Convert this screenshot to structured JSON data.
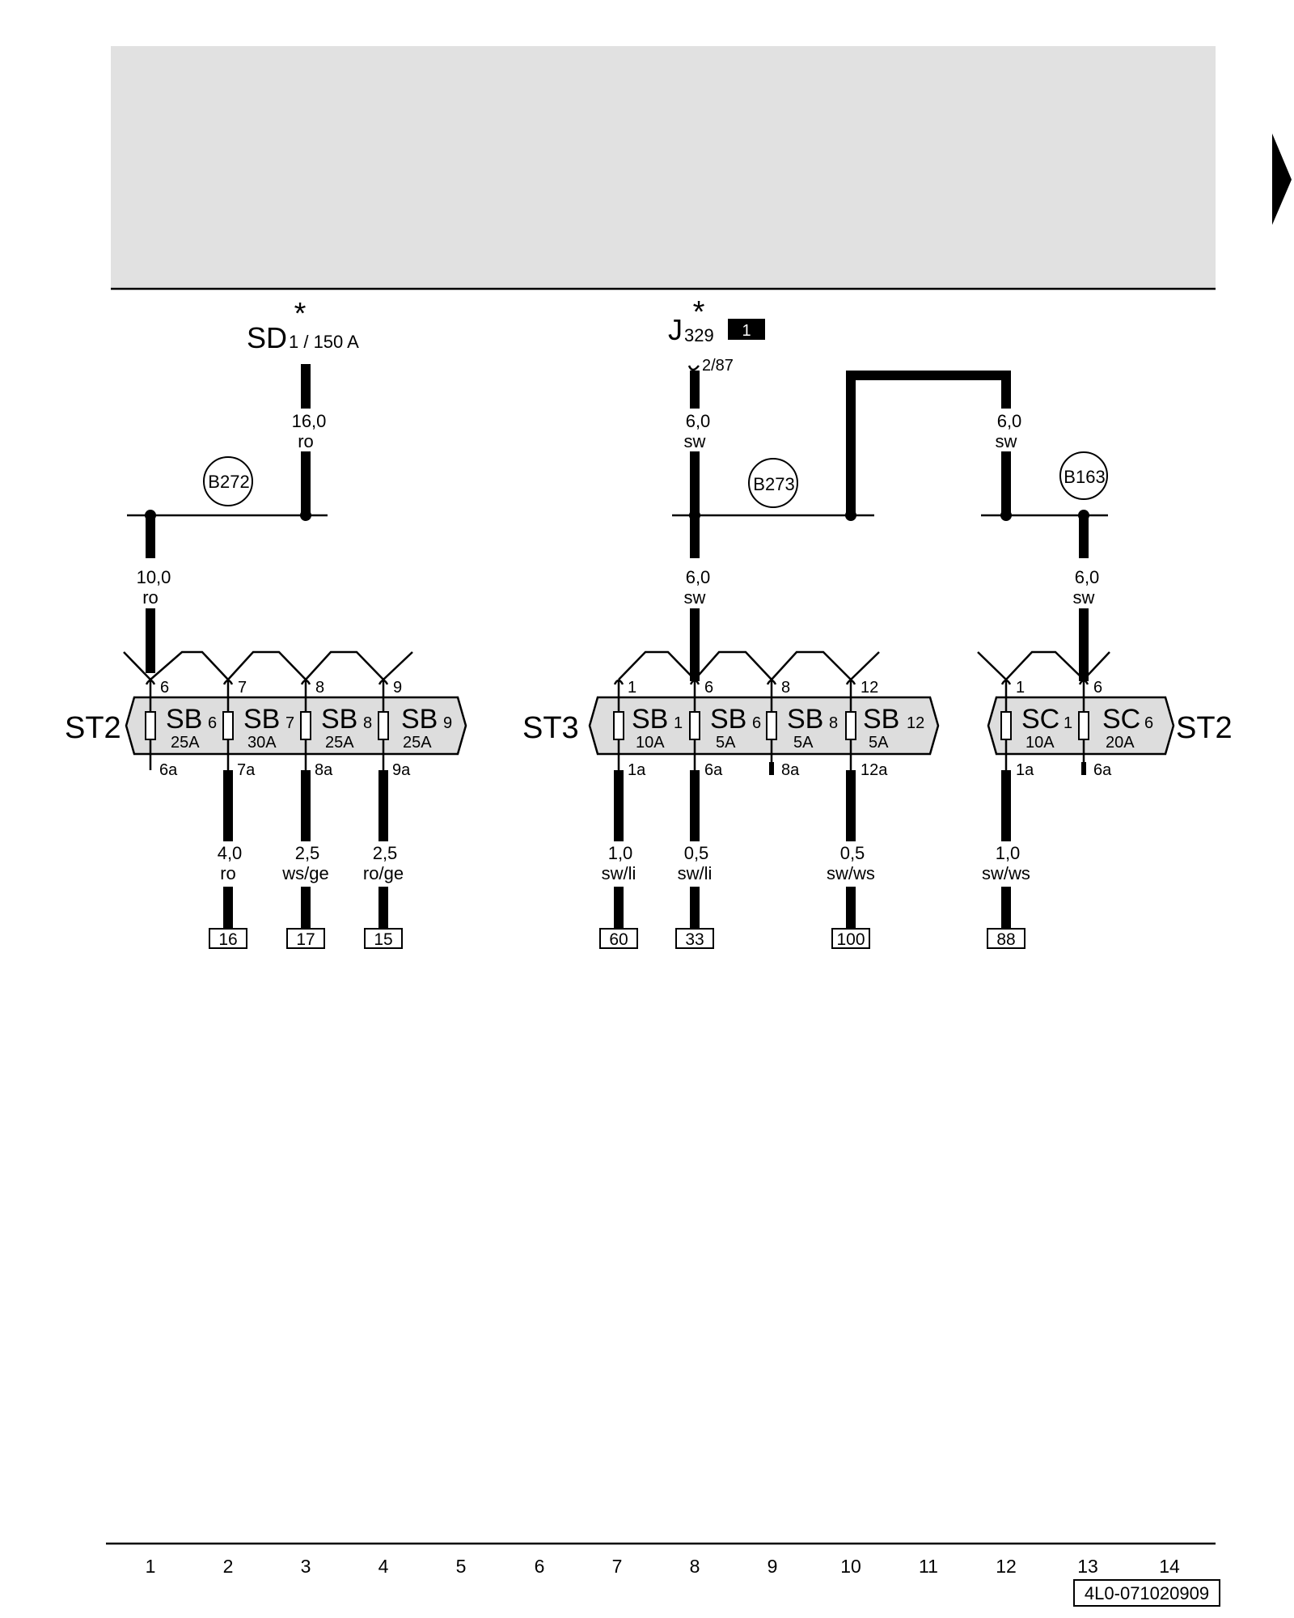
{
  "colors": {
    "header_fill": "#e1e1e1",
    "wire": "#000000",
    "fuse_strip": "#dcdcdc"
  },
  "components": {
    "sd": {
      "name": "SD",
      "sub": "1 / 150 A",
      "star": "*"
    },
    "j329": {
      "name": "J",
      "sub": "329",
      "star": "*",
      "badge": "1",
      "pin": "2/87"
    }
  },
  "wires": {
    "w_sd": {
      "size": "16,0",
      "color": "ro"
    },
    "w_left": {
      "size": "10,0",
      "color": "ro"
    },
    "w_j_top": {
      "size": "6,0",
      "color": "sw"
    },
    "w_j_mid": {
      "size": "6,0",
      "color": "sw"
    },
    "w_r_top": {
      "size": "6,0",
      "color": "sw"
    },
    "w_r_mid": {
      "size": "6,0",
      "color": "sw"
    }
  },
  "connectors": {
    "b272": "B272",
    "b273": "B273",
    "b163": "B163"
  },
  "strips": {
    "left": {
      "label": "ST2",
      "fuses": [
        {
          "name": "SB",
          "idx": "6",
          "amp": "25A",
          "pin_top": "6",
          "pin_bot": "6a"
        },
        {
          "name": "SB",
          "idx": "7",
          "amp": "30A",
          "pin_top": "7",
          "pin_bot": "7a"
        },
        {
          "name": "SB",
          "idx": "8",
          "amp": "25A",
          "pin_top": "8",
          "pin_bot": "8a"
        },
        {
          "name": "SB",
          "idx": "9",
          "amp": "25A",
          "pin_top": "9",
          "pin_bot": "9a"
        }
      ]
    },
    "mid": {
      "label": "ST3",
      "fuses": [
        {
          "name": "SB",
          "idx": "1",
          "amp": "10A",
          "pin_top": "1",
          "pin_bot": "1a"
        },
        {
          "name": "SB",
          "idx": "6",
          "amp": "5A",
          "pin_top": "6",
          "pin_bot": "6a"
        },
        {
          "name": "SB",
          "idx": "8",
          "amp": "5A",
          "pin_top": "8",
          "pin_bot": "8a"
        },
        {
          "name": "SB",
          "idx": "12",
          "amp": "5A",
          "pin_top": "12",
          "pin_bot": "12a"
        }
      ]
    },
    "right": {
      "label": "ST2",
      "fuses": [
        {
          "name": "SC",
          "idx": "1",
          "amp": "10A",
          "pin_top": "1",
          "pin_bot": "1a"
        },
        {
          "name": "SC",
          "idx": "6",
          "amp": "20A",
          "pin_top": "6",
          "pin_bot": "6a"
        }
      ]
    }
  },
  "outputs": [
    {
      "size": "4,0",
      "color": "ro",
      "ref": "16"
    },
    {
      "size": "2,5",
      "color": "ws/ge",
      "ref": "17"
    },
    {
      "size": "2,5",
      "color": "ro/ge",
      "ref": "15"
    },
    {
      "size": "1,0",
      "color": "sw/li",
      "ref": "60"
    },
    {
      "size": "0,5",
      "color": "sw/li",
      "ref": "33"
    },
    {
      "size": "0,5",
      "color": "sw/ws",
      "ref": "100"
    },
    {
      "size": "1,0",
      "color": "sw/ws",
      "ref": "88"
    }
  ],
  "track_numbers": [
    "1",
    "2",
    "3",
    "4",
    "5",
    "6",
    "7",
    "8",
    "9",
    "10",
    "11",
    "12",
    "13",
    "14"
  ],
  "doc_id": "4L0-071020909"
}
